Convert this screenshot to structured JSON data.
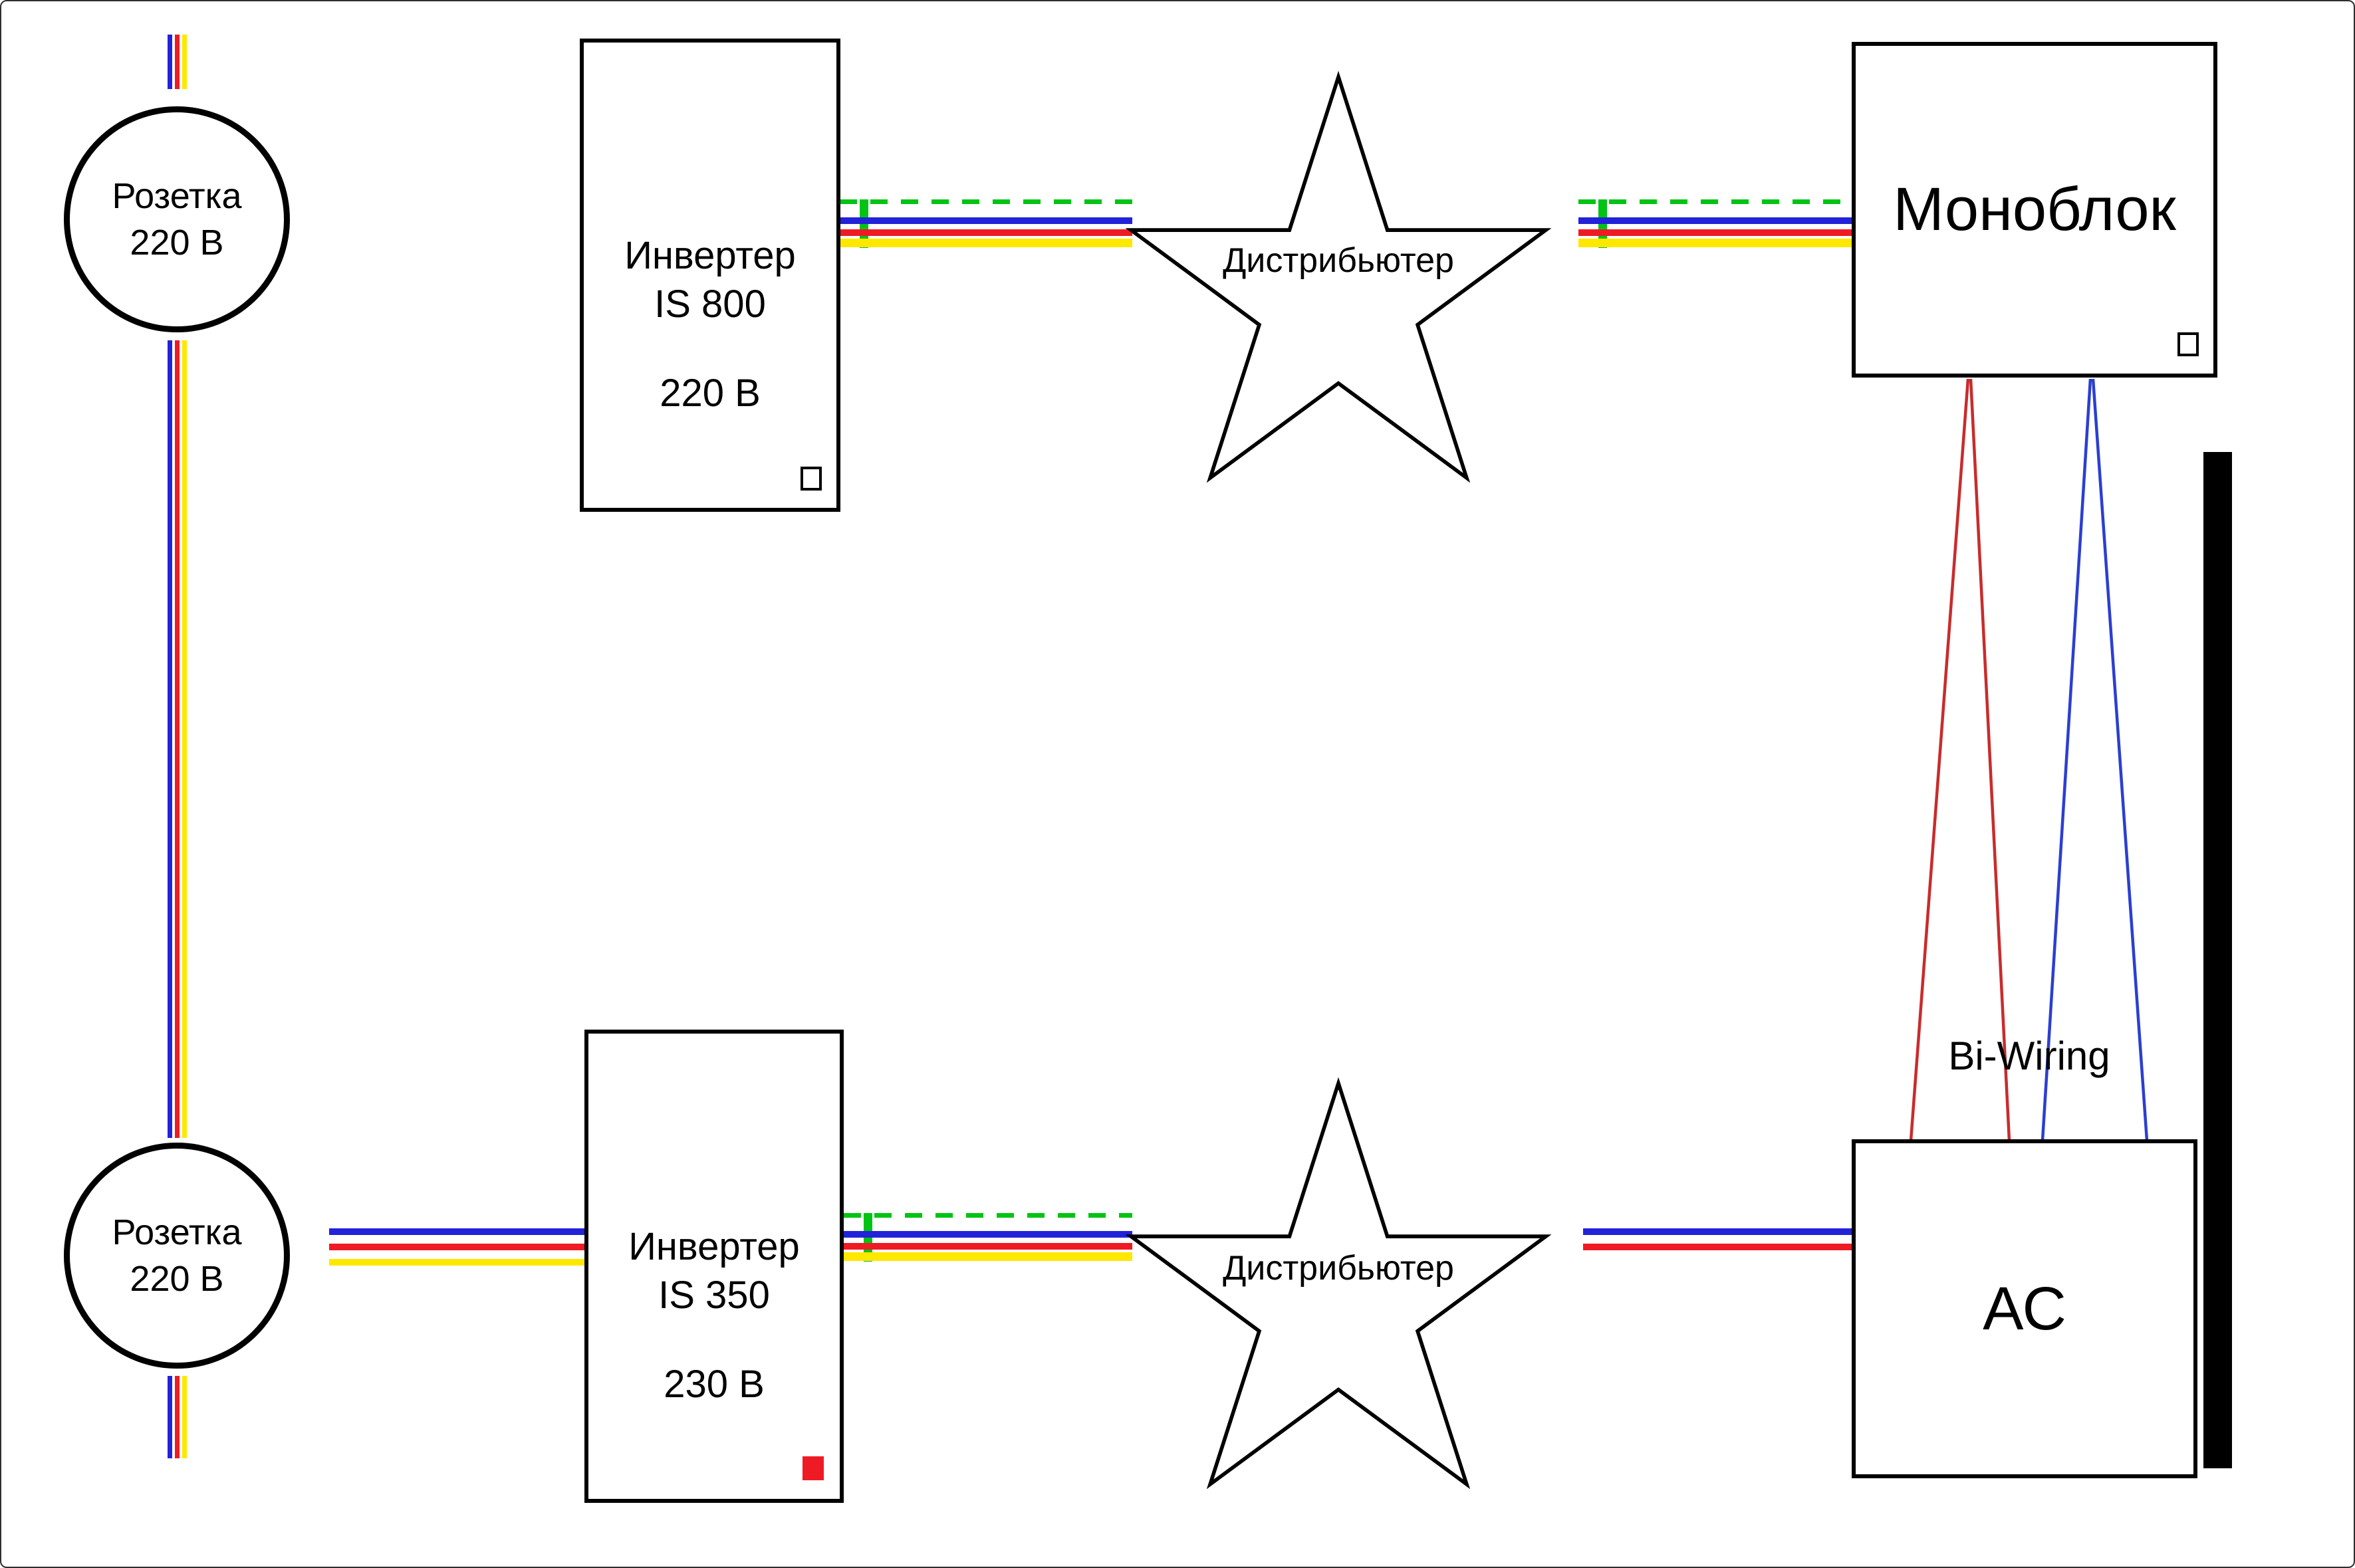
{
  "nodes": {
    "socket_top": {
      "label": "Розетка\n220 В"
    },
    "socket_bottom": {
      "label": "Розетка\n220 В"
    },
    "inverter_is800": {
      "name": "Инвертер\nIS 800",
      "voltage": "220 В"
    },
    "inverter_is350": {
      "name": "Инвертер\nIS 350",
      "voltage": "230 В"
    },
    "distributor_top": {
      "label": "Дистрибьютер"
    },
    "distributor_bottom": {
      "label": "Дистрибьютер"
    },
    "monoblock": {
      "label": "Моноблок"
    },
    "speakers": {
      "label": "АС"
    },
    "biwiring": {
      "label": "Bi-Wiring"
    }
  },
  "indicators": {
    "is800": "white-square",
    "is350": "red-square",
    "monoblock": "white-square"
  },
  "colors": {
    "wire_blue": "#2222d8",
    "wire_red": "#ee1b24",
    "wire_yellow": "#ffe800",
    "wire_green": "#00c414",
    "biwire_red": "#c82c2c",
    "biwire_blue": "#2b3fd0",
    "bar_black": "#000000"
  }
}
